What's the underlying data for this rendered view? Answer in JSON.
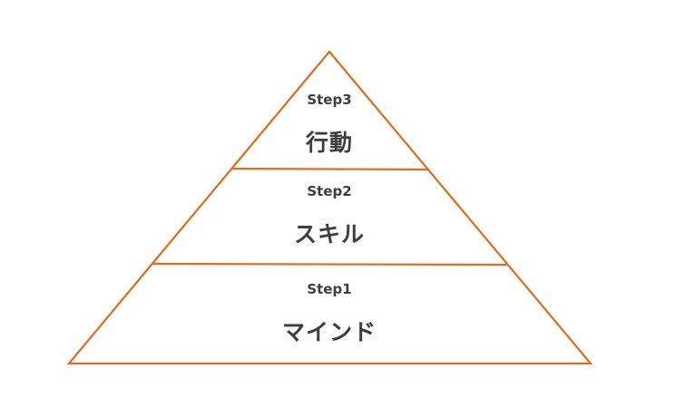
{
  "pyramid": {
    "line_color": "#e06c1e",
    "text_color": "#3d3d3d",
    "levels": [
      {
        "step": "Step3",
        "label": "行動"
      },
      {
        "step": "Step2",
        "label": "スキル"
      },
      {
        "step": "Step1",
        "label": "マインド"
      }
    ]
  }
}
